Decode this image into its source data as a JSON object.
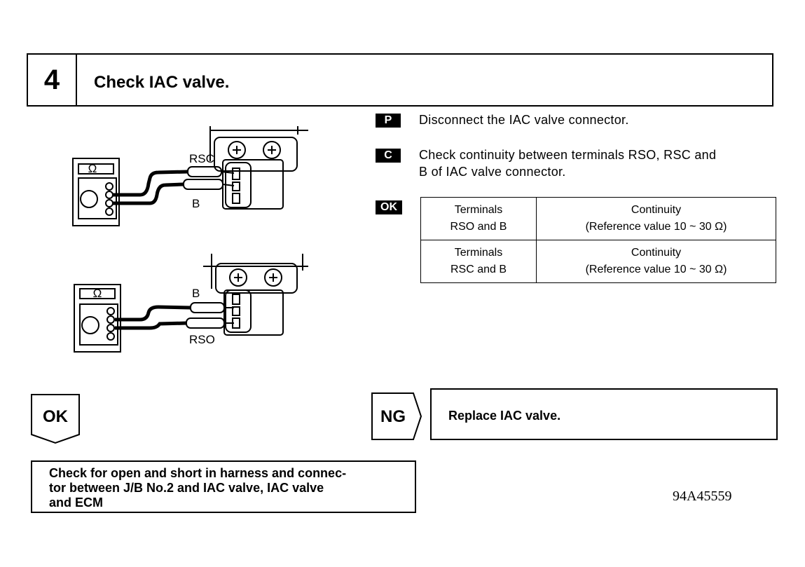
{
  "step": {
    "number": "4",
    "title": "Check IAC valve."
  },
  "instructions": [
    {
      "badge": "P",
      "text": "Disconnect the IAC valve connector."
    },
    {
      "badge": "C",
      "line1": "Check continuity between terminals RSO, RSC and",
      "line2": "B of IAC valve connector."
    }
  ],
  "ok_badge": "OK",
  "spec_table": {
    "rows": [
      {
        "terminal_line1": "Terminals",
        "terminal_line2": "RSO and B",
        "continuity_line1": "Continuity",
        "continuity_line2": "(Reference value 10 ~ 30 Ω)"
      },
      {
        "terminal_line1": "Terminals",
        "terminal_line2": "RSC and B",
        "continuity_line1": "Continuity",
        "continuity_line2": "(Reference value 10 ~ 30 Ω)"
      }
    ]
  },
  "diagram": {
    "top": {
      "ohm": "Ω",
      "label_upper": "RSC",
      "label_lower": "B"
    },
    "bottom": {
      "ohm": "Ω",
      "label_upper": "B",
      "label_lower": "RSO"
    }
  },
  "flow": {
    "ok_label": "OK",
    "ng_label": "NG",
    "ng_result": "Replace IAC valve.",
    "ok_next_line1": "Check for open and short in harness and connec-",
    "ok_next_line2": "tor between J/B No.2 and IAC valve, IAC valve",
    "ok_next_line3": "and ECM"
  },
  "figure_code": "94A45559"
}
